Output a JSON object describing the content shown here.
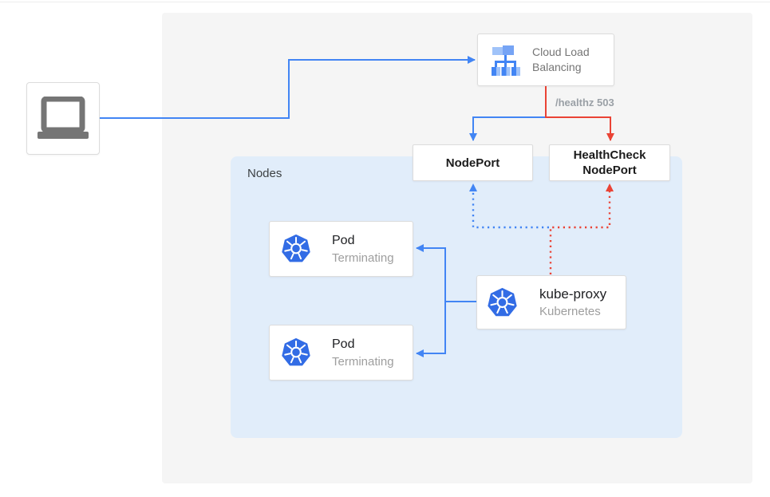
{
  "diagram": {
    "title_semantics": "External load balancer health-check failure during pod termination",
    "client": {
      "icon": "laptop"
    },
    "cloud_load_balancing": {
      "label": "Cloud Load Balancing"
    },
    "healthz_label": "/healthz 503",
    "nodeport_label": "NodePort",
    "healthcheck_nodeport_label": "HealthCheck NodePort",
    "nodes_panel": {
      "label": "Nodes"
    },
    "pods": [
      {
        "title": "Pod",
        "status": "Terminating"
      },
      {
        "title": "Pod",
        "status": "Terminating"
      }
    ],
    "kube_proxy": {
      "title": "kube-proxy",
      "subtitle": "Kubernetes"
    },
    "colors": {
      "traffic_blue": "#4285F4",
      "failure_red": "#EA4335",
      "nodes_panel_bg": "#E1EDFA",
      "outer_panel_bg": "#F5F5F5",
      "kubernetes_logo_blue": "#326CE5",
      "muted_text": "#9E9E9E"
    }
  }
}
